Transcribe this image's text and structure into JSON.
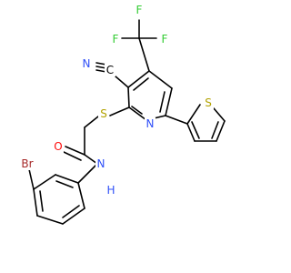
{
  "structure": {
    "atoms": {
      "F1": {
        "label": "F",
        "color": "#33cc33"
      },
      "F2": {
        "label": "F",
        "color": "#33cc33"
      },
      "F3": {
        "label": "F",
        "color": "#33cc33"
      },
      "N_cyano": {
        "label": "N",
        "color": "#3050f8"
      },
      "C_cyano": {
        "label": "C",
        "color": "#000000"
      },
      "S_thioether": {
        "label": "S",
        "color": "#b2a200"
      },
      "N_pyridine": {
        "label": "N",
        "color": "#3050f8"
      },
      "S_thiophene": {
        "label": "S",
        "color": "#b2a200"
      },
      "O_carbonyl": {
        "label": "O",
        "color": "#ff0d0d"
      },
      "N_amide": {
        "label": "N",
        "color": "#3050f8"
      },
      "H_amide": {
        "label": "H",
        "color": "#3050f8"
      },
      "Br": {
        "label": "Br",
        "color": "#a62929"
      }
    }
  }
}
